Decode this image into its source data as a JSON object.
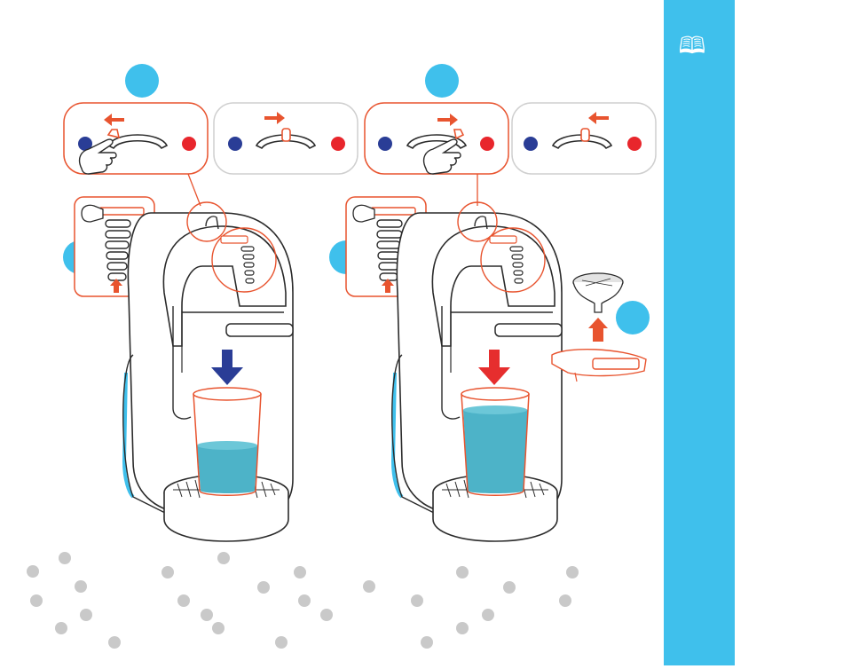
{
  "colors": {
    "accent_blue": "#3fc0ec",
    "callout_orange": "#e8542f",
    "cold_dot": "#2a3d96",
    "hot_dot": "#e8262c",
    "cold_arrow": "#2a3d96",
    "hot_arrow": "#e62e2e",
    "water": "#4db3c8",
    "outline": "#2b2b2b",
    "panel_gray": "#cfcfcf",
    "dot_gray": "#c9c9c9"
  },
  "side_band": {
    "glyph": "🕮",
    "icon": "book-icon"
  },
  "panels": [
    {
      "id": "cold",
      "direction": "left",
      "arrow_color": "cold",
      "fill_level": 0.35
    },
    {
      "id": "hot",
      "direction": "right",
      "arrow_color": "hot",
      "fill_level": 0.7
    }
  ],
  "capsule_holder_icon": "capsule-holder-icon"
}
